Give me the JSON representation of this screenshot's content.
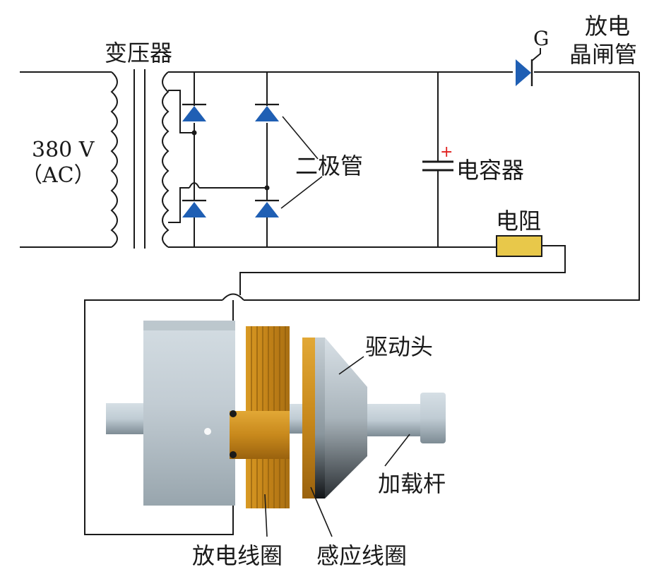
{
  "labels": {
    "transformer": "变压器",
    "voltage": "380 V",
    "ac": "（AC）",
    "diodes": "二极管",
    "capacitor": "电容器",
    "cap_plus": "+",
    "resistor": "电阻",
    "thyristor_gate": "G",
    "thyristor_line1": "放电",
    "thyristor_line2": "晶闸管",
    "drive_head": "驱动头",
    "load_rod": "加载杆",
    "discharge_coil": "放电线圈",
    "induction_coil": "感应线圈"
  },
  "colors": {
    "wire": "#1a1a1a",
    "diode": "#1f5fb4",
    "resistor": "#e8c84a",
    "capacitor_plus": "#e0201e",
    "coil_copper": "#c98a1c",
    "metal": "#b9c6cf"
  },
  "icons": {
    "diode": "diode-symbol",
    "thyristor": "thyristor-symbol",
    "transformer": "transformer-symbol",
    "capacitor": "capacitor-symbol",
    "resistor": "resistor-symbol"
  }
}
